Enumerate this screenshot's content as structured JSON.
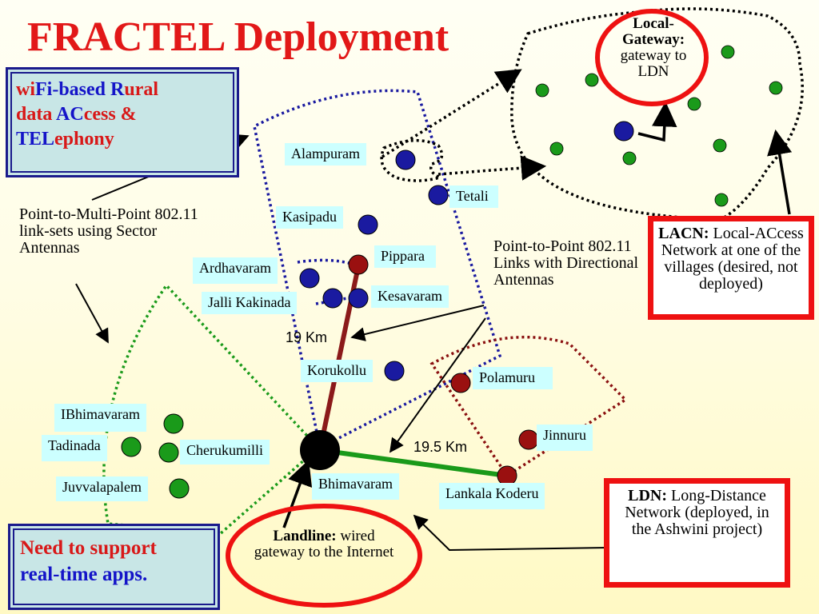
{
  "title": "FRACTEL Deployment",
  "wifi_box": {
    "line1": {
      "p1": "wi",
      "p2": "Fi-based ",
      "p3": "R",
      "p4": "ural"
    },
    "line2": {
      "p1": "data ",
      "p2": "AC",
      "p3": "cess &"
    },
    "line3": {
      "p1": "TEL",
      "p2": "ephony"
    }
  },
  "realtime_box": {
    "line1": "Need to support",
    "line2": "real-time apps."
  },
  "annotations": {
    "pmp": "Point-to-Multi-Point 802.11 link-sets using Sector Antennas",
    "ptp": "Point-to-Point 802.11 Links with Directional Antennas",
    "km19": "19 Km",
    "km195": "19.5 Km"
  },
  "local_gateway": {
    "bold": "Local-Gateway:",
    "rest": "gateway to LDN"
  },
  "landline": {
    "bold": "Landline:",
    "rest": " wired gateway to the Internet"
  },
  "lacn": {
    "bold": "LACN:",
    "rest": " Local-ACcess Network at one of the villages (desired, not deployed)"
  },
  "ldn": {
    "bold": "LDN:",
    "rest": " Long-Distance Network (deployed, in the Ashwini project)"
  },
  "villages": {
    "alampuram": "Alampuram",
    "tetali": "Tetali",
    "kasipadu": "Kasipadu",
    "pippara": "Pippara",
    "ardhavaram": "Ardhavaram",
    "jalli": "Jalli Kakinada",
    "kesavaram": "Kesavaram",
    "korukollu": "Korukollu",
    "polamuru": "Polamuru",
    "ibhimavaram": "IBhimavaram",
    "tadinada": "Tadinada",
    "cherukumilli": "Cherukumilli",
    "juvvalapalem": "Juvvalapalem",
    "jinnuru": "Jinnuru",
    "bhimavaram": "Bhimavaram",
    "lankala": "Lankala Koderu"
  },
  "colors": {
    "title": "#e21818",
    "wifi_sector": "#1a1aa0",
    "green_sector": "#1a9a1a",
    "ldn_sector": "#8a1010",
    "ldn_link": "#8b1a1a",
    "green_link": "#1a9a1a",
    "blue_node": "#1a1aa0",
    "green_node": "#1a9a1a",
    "red_node": "#9a1010",
    "label_bg": "#ccffff"
  },
  "icons": {
    "bhimavaram_node": "black-circle",
    "village_nodes": "colored-circles",
    "local_gateway_arrow": "elbow-arrow"
  }
}
